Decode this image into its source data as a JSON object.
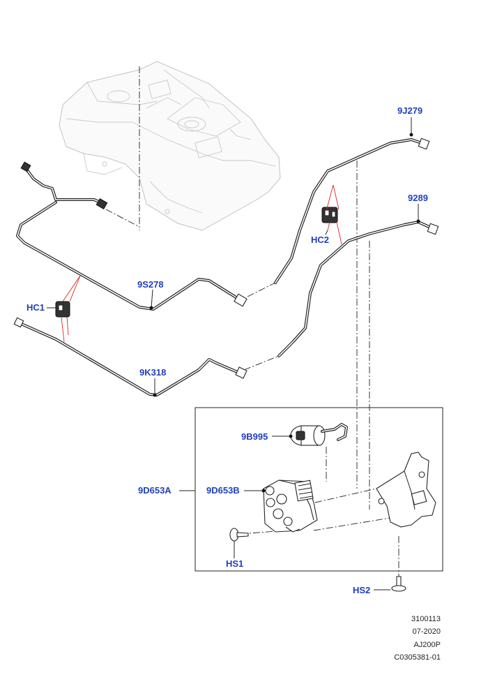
{
  "callouts": {
    "tank_to_purge_pipe": "9J279",
    "vapour_pipe": "9289",
    "clip_upper": "HC2",
    "pipe_front": "9S278",
    "clip_lower": "HC1",
    "pipe_lower": "9K318",
    "purge_valve": "9B995",
    "canister_assembly": "9D653A",
    "canister": "9D653B",
    "screw_canister": "HS1",
    "screw_bracket": "HS2"
  },
  "reference": {
    "drawing_number": "3100113",
    "date": "07-2020",
    "model_code": "AJ200P",
    "illustration_id": "C0305381-01"
  },
  "colors": {
    "callout": "#1f3fbf",
    "line": "#222222",
    "tank": "#c2c2c2",
    "clip_marker": "#dd2222"
  }
}
